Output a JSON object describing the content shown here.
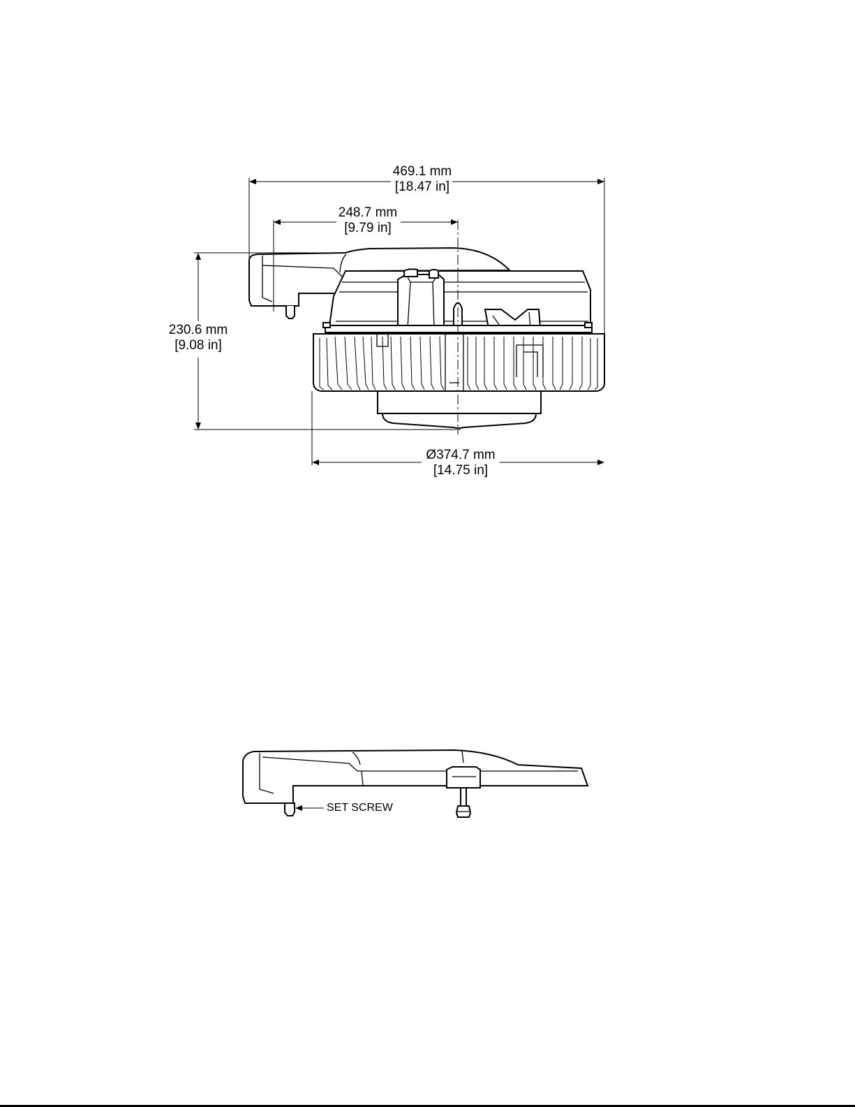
{
  "dimensions": {
    "overall_length": {
      "mm": "469.1 mm",
      "in": "[18.47 in]"
    },
    "arm_to_center": {
      "mm": "248.7 mm",
      "in": "[9.79 in]"
    },
    "height": {
      "mm": "230.6 mm",
      "in": "[9.08 in]"
    },
    "diameter": {
      "mm": "Ø374.7 mm",
      "in": "[14.75 in]"
    }
  },
  "callouts": {
    "set_screw": "SET SCREW"
  },
  "colors": {
    "line": "#000000",
    "background": "#ffffff"
  }
}
